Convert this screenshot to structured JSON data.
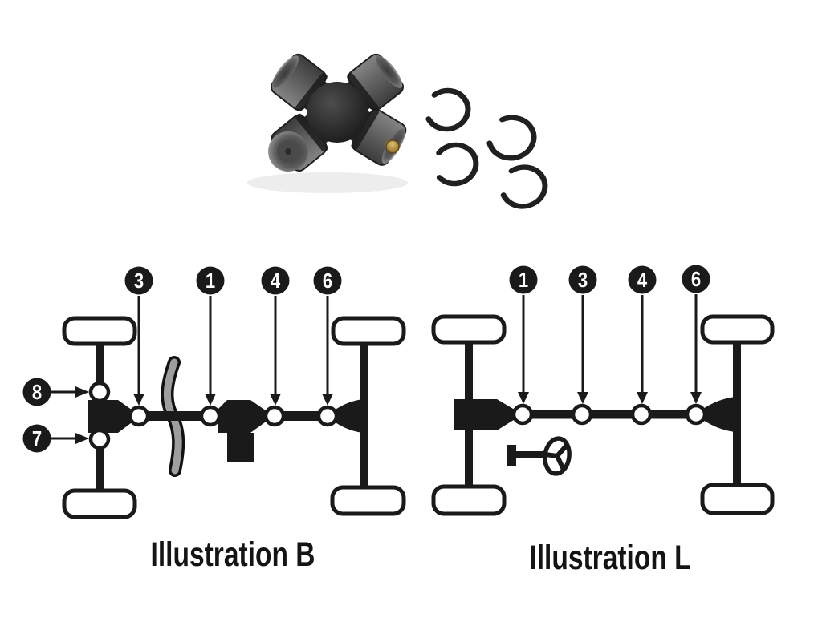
{
  "photo": {
    "description": "Universal joint cross with four metal bearing caps, grease fitting, and four black snap rings",
    "snap_ring_count": 4
  },
  "illustration_b": {
    "label": "Illustration B",
    "top_callouts": [
      "3",
      "1",
      "4",
      "6"
    ],
    "side_callouts": [
      "8",
      "7"
    ]
  },
  "illustration_l": {
    "label": "Illustration L",
    "top_callouts": [
      "1",
      "3",
      "4",
      "6"
    ]
  },
  "colors": {
    "line": "#1a1a1a",
    "band_gray": "#9e9e9e",
    "brass": "#b2903e",
    "white": "#ffffff"
  }
}
